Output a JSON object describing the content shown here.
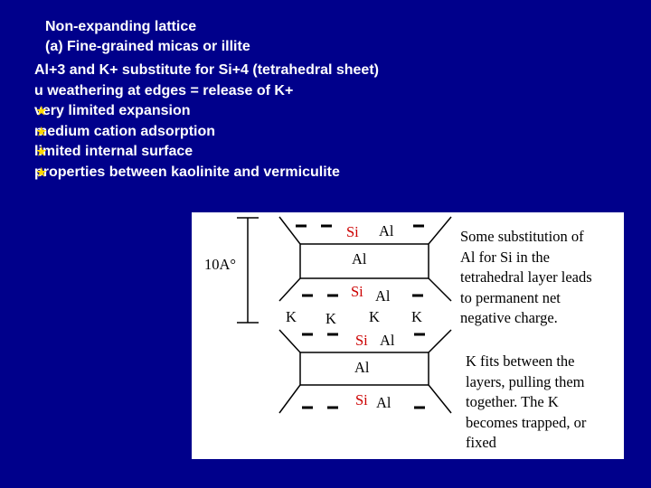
{
  "slide": {
    "title_line1": "Non-expanding lattice",
    "title_line2": "(a) Fine-grained micas or illite",
    "bullets": [
      "Al+3 and K+ substitute for Si+4 (tetrahedral sheet)",
      "u weathering at edges = release of K+",
      "very limited expansion",
      "medium cation adsorption",
      "limited internal surface",
      "properties between kaolinite and vermiculite"
    ],
    "bullet_icon": "star-icon",
    "colors": {
      "background": "#00008b",
      "text": "#ffffff",
      "bullet": "#ffd700",
      "si_label": "#cc0000"
    }
  },
  "figure": {
    "scale_label": "10A°",
    "si": "Si",
    "al": "Al",
    "k": "K",
    "note_substitution": [
      "Some substitution of",
      "Al for Si in the",
      "tetrahedral layer leads",
      "to permanent net",
      "negative charge."
    ],
    "note_k": [
      "K fits between the",
      "layers, pulling them",
      "together.  The K",
      "becomes trapped, or",
      "fixed"
    ]
  }
}
